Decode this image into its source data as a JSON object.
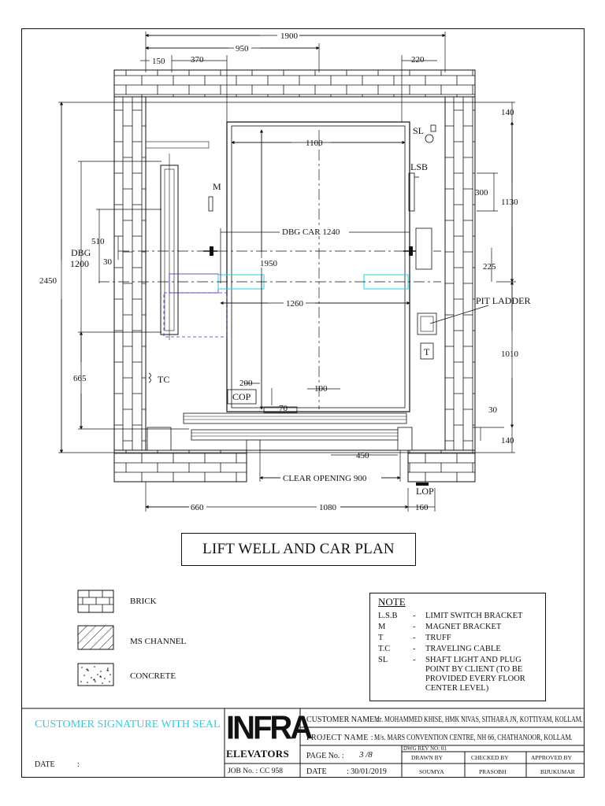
{
  "drawing": {
    "title": "LIFT WELL AND CAR PLAN",
    "dims": {
      "d1900": "1900",
      "d950": "950",
      "d150": "150",
      "d370": "370",
      "d220": "220",
      "d140_top": "140",
      "d1100": "1100",
      "d300": "300",
      "d1130": "1130",
      "dbg_car": "DBG CAR 1240",
      "d225": "225",
      "d1950": "1950",
      "d1260": "1260",
      "d510": "510",
      "d30_left": "30",
      "d2450": "2450",
      "d665": "665",
      "d1010": "1010",
      "d200": "200",
      "d100": "100",
      "d70": "70",
      "d30_right": "30",
      "d140_bottom": "140",
      "d450": "450",
      "clear_opening": "CLEAR OPENING 900",
      "d660": "660",
      "d1080": "1080",
      "d160": "160"
    },
    "labels": {
      "sl": "SL",
      "lsb": "LSB",
      "m": "M",
      "dbg": "DBG",
      "dbg_val": "1200",
      "pit_ladder": "PIT LADDER",
      "t": "T",
      "tc": "TC",
      "cop": "COP",
      "lop": "LOP"
    }
  },
  "legend": [
    {
      "label": "BRICK",
      "icon": "brick-hatch-icon"
    },
    {
      "label": "MS CHANNEL",
      "icon": "diagonal-hatch-icon"
    },
    {
      "label": "CONCRETE",
      "icon": "concrete-stipple-icon"
    }
  ],
  "note": {
    "title": "NOTE",
    "rows": [
      {
        "key": "L.S.B",
        "sep": "-",
        "value": "LIMIT SWITCH BRACKET"
      },
      {
        "key": "M",
        "sep": "-",
        "value": "MAGNET BRACKET"
      },
      {
        "key": "T",
        "sep": "-",
        "value": "TRUFF"
      },
      {
        "key": "T.C",
        "sep": "-",
        "value": "TRAVELING CABLE"
      },
      {
        "key": "SL",
        "sep": "-",
        "value": "SHAFT LIGHT AND PLUG POINT BY CLIENT (TO BE PROVIDED EVERY FLOOR CENTER LEVEL)"
      }
    ]
  },
  "title_block": {
    "customer_signature": "CUSTOMER  SIGNATURE WITH SEAL",
    "date_label": "DATE",
    "date_colon": ":",
    "logo_main": "INFRA",
    "logo_sub": "ELEVATORS",
    "job_no": "JOB No.  :  CC 958",
    "customer_name_label": "CUSTOMER NAME :",
    "customer_name": "Mr. MOHAMMED KHISE, HMK NIVAS, SITHARA JN, KOTTIYAM, KOLLAM.",
    "project_name_label": "PROJECT NAME :",
    "project_name": "M/s. MARS CONVENTION CENTRE, NH 66, CHATHANOOR, KOLLAM.",
    "dwg_rev": "DWG REV NO: 01",
    "page_label": "PAGE No.  :",
    "page_value": "3 /8",
    "date2_label": "DATE",
    "date2_value": ":   30/01/2019",
    "drawn_by_label": "DRAWN BY",
    "drawn_by": "SOUMYA",
    "checked_by_label": "CHECKED BY",
    "checked_by": "PRASOBH",
    "approved_by_label": "APPROVED BY",
    "approved_by": "BIJUKUMAR"
  },
  "colors": {
    "line": "#111111",
    "cyan": "#22d3e6",
    "blue_dashed": "#3333cc"
  }
}
